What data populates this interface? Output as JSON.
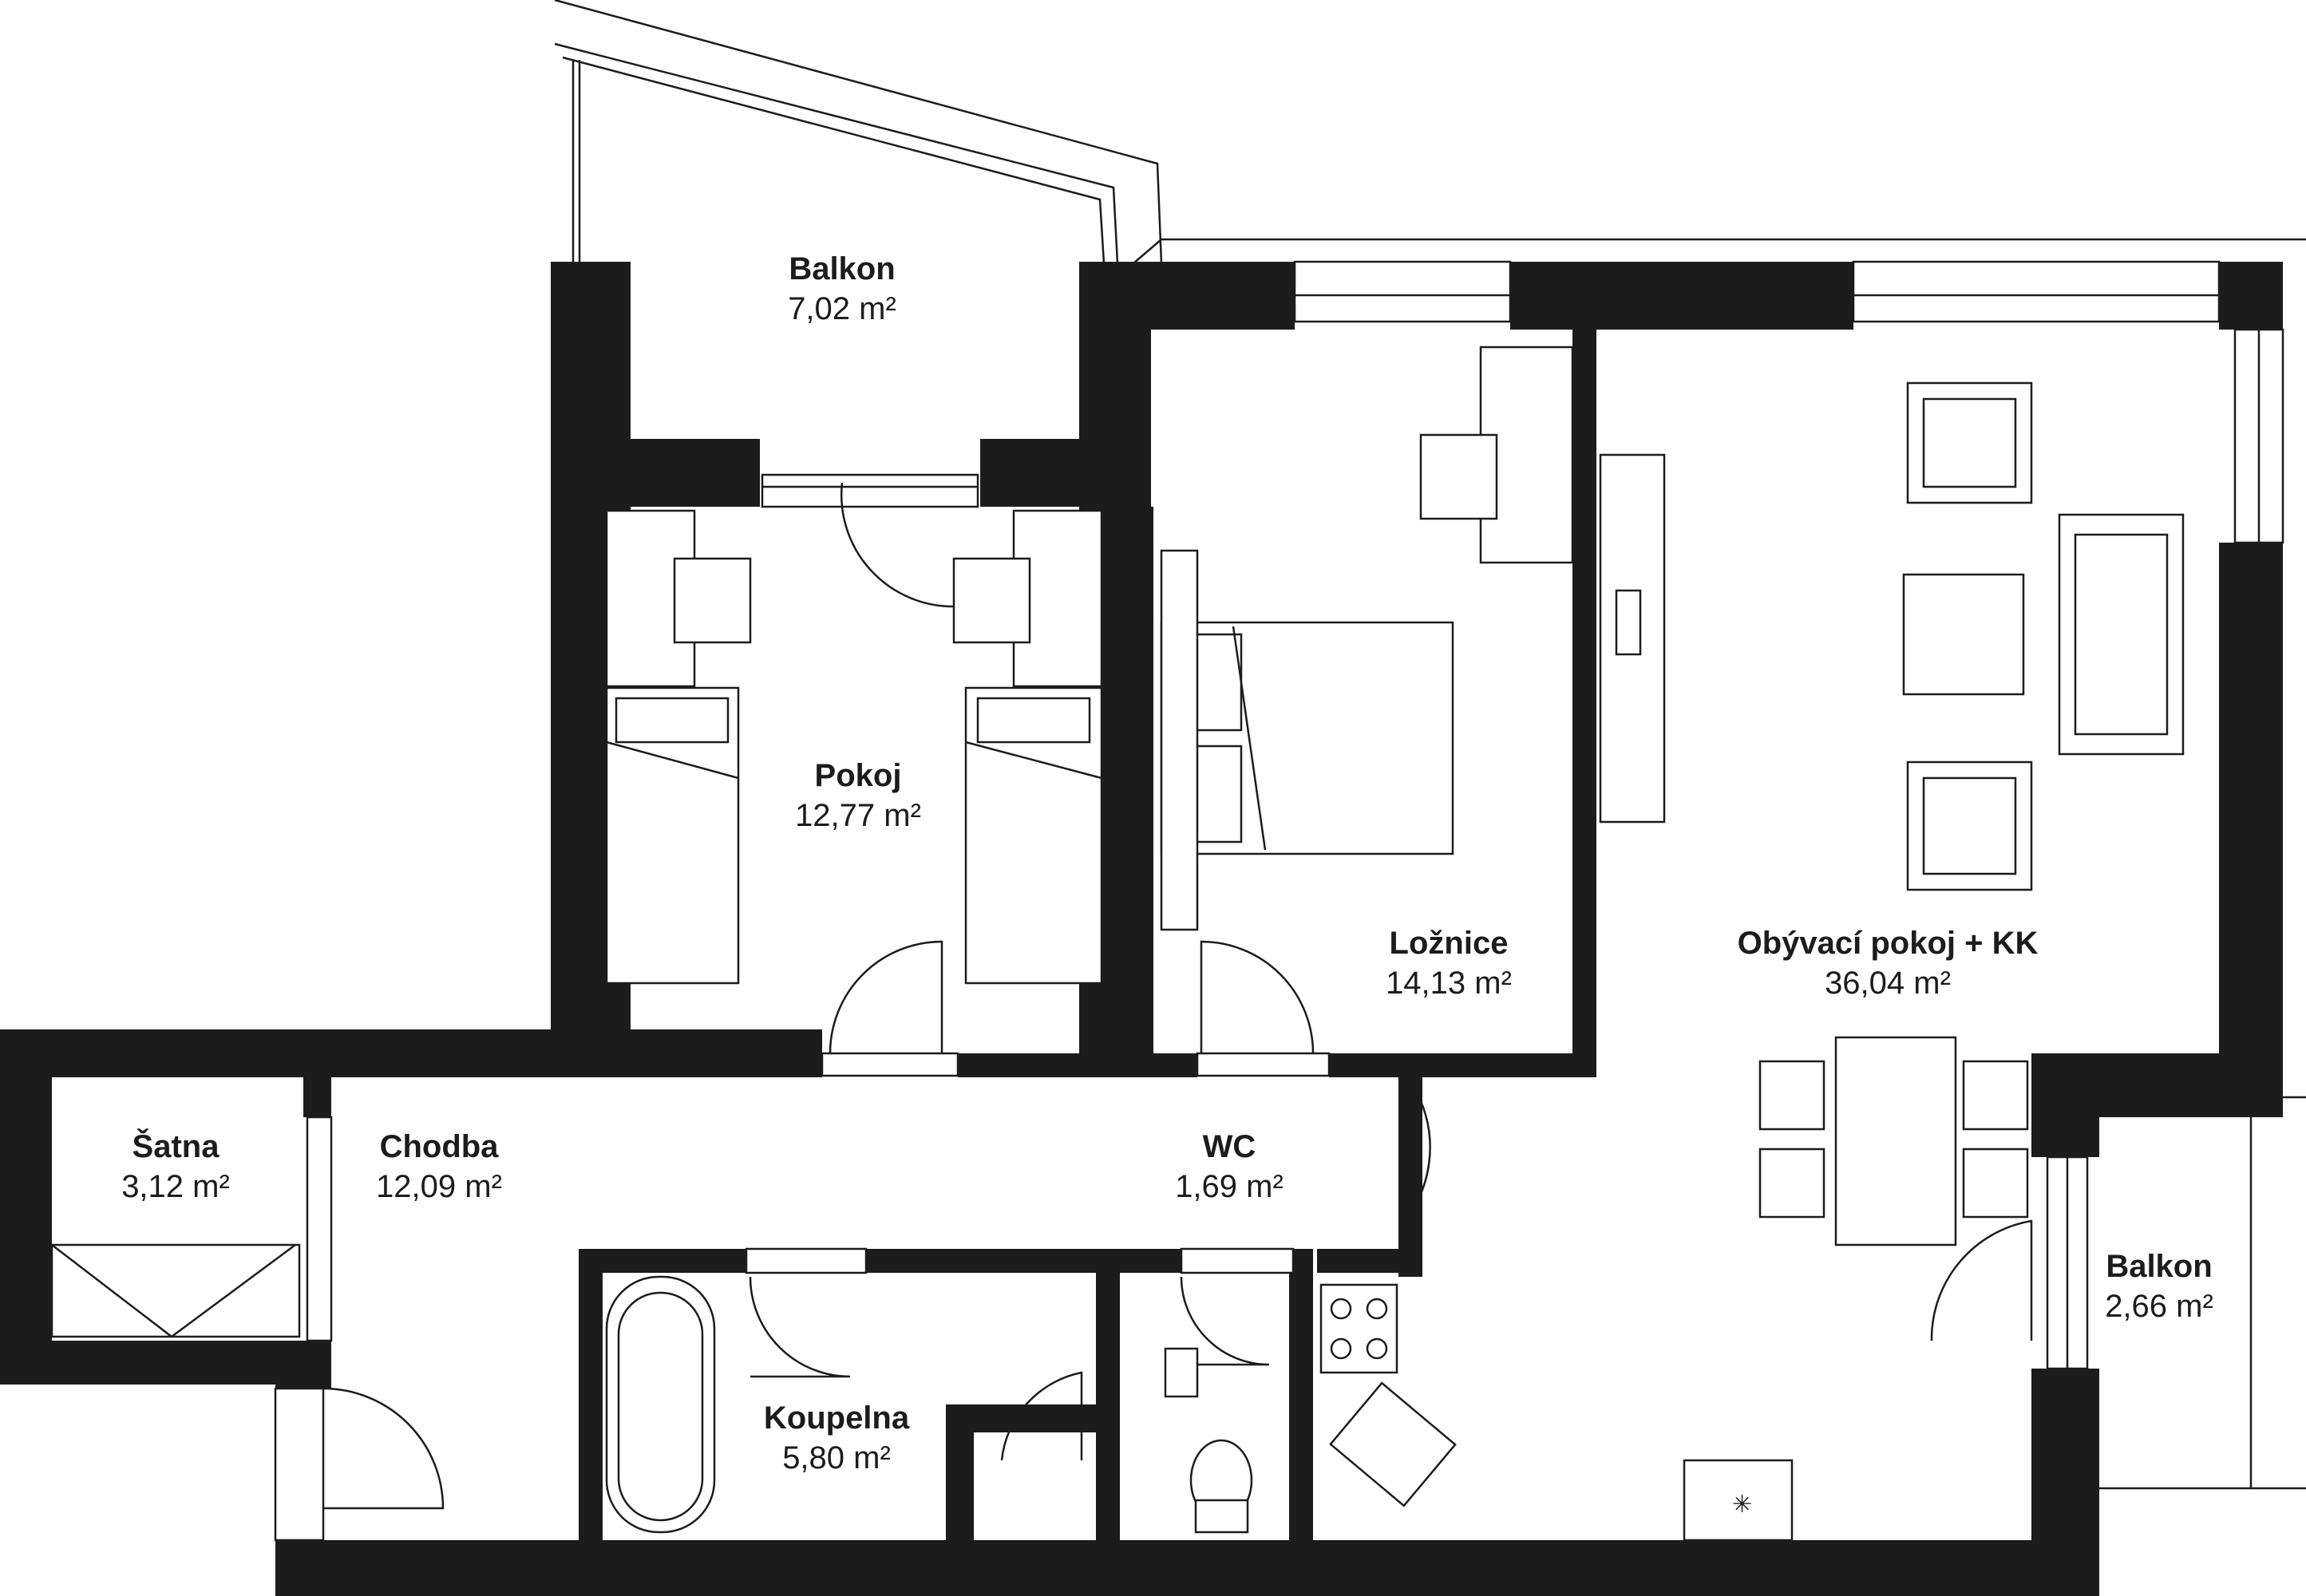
{
  "rooms": [
    {
      "name": "Balkon",
      "area": "7,02 m²"
    },
    {
      "name": "Pokoj",
      "area": "12,77 m²"
    },
    {
      "name": "Ložnice",
      "area": "14,13 m²"
    },
    {
      "name": "Obývací pokoj + KK",
      "area": "36,04 m²"
    },
    {
      "name": "Šatna",
      "area": "3,12 m²"
    },
    {
      "name": "Chodba",
      "area": "12,09 m²"
    },
    {
      "name": "WC",
      "area": "1,69 m²"
    },
    {
      "name": "Koupelna",
      "area": "5,80 m²"
    },
    {
      "name": "Balkon",
      "area": "2,66 m²"
    }
  ],
  "colors": {
    "wall": "#1c1c1c",
    "background": "#ffffff"
  },
  "symbols": {
    "fridge": "✳"
  }
}
